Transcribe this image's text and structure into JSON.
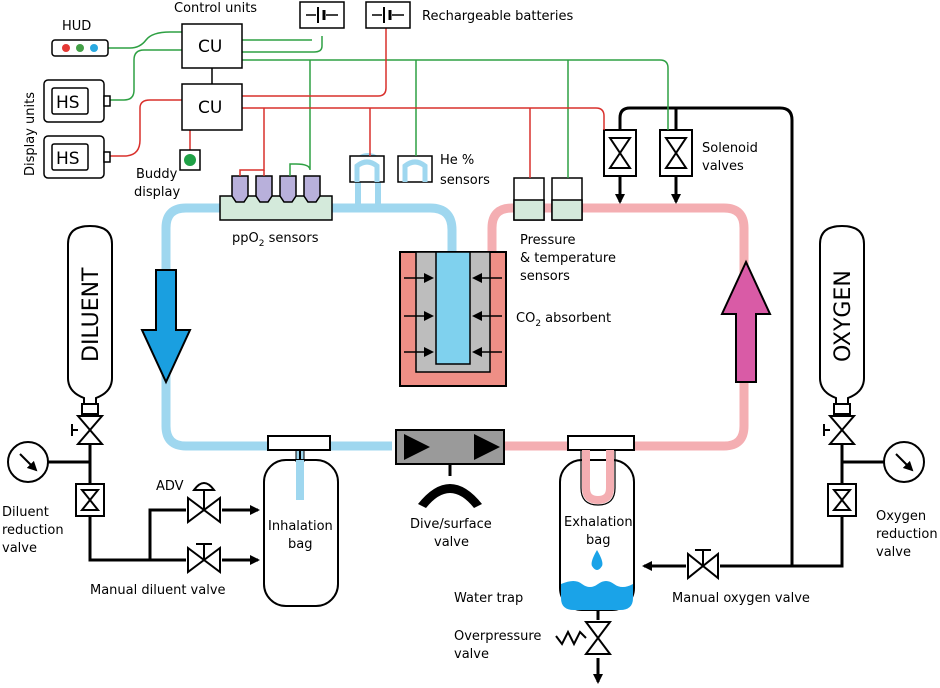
{
  "labels": {
    "hud": "HUD",
    "control_units": "Control units",
    "cu_1": "CU",
    "cu_2": "CU",
    "rechargeable_batteries": "Rechargeable batteries",
    "display_units": "Display units",
    "hs_1": "HS",
    "hs_2": "HS",
    "buddy_display_line1": "Buddy",
    "buddy_display_line2": "display",
    "ppo2_sensors_prefix": "ppO",
    "ppo2_sensors_sub": "2",
    "ppo2_sensors_suffix": " sensors",
    "he_sensors_line1": "He %",
    "he_sensors_line2": "sensors",
    "pressure_line1": "Pressure",
    "pressure_line2": "& temperature",
    "pressure_line3": "sensors",
    "solenoid_line1": "Solenoid",
    "solenoid_line2": "valves",
    "co2_prefix": "CO",
    "co2_sub": "2",
    "co2_suffix": " absorbent",
    "diluent": "DILUENT",
    "oxygen": "OXYGEN",
    "diluent_reduction_line1": "Diluent",
    "diluent_reduction_line2": "reduction",
    "diluent_reduction_line3": "valve",
    "oxygen_reduction_line1": "Oxygen",
    "oxygen_reduction_line2": "reduction",
    "oxygen_reduction_line3": "valve",
    "adv": "ADV",
    "manual_diluent_valve": "Manual diluent valve",
    "inhalation_line1": "Inhalation",
    "inhalation_line2": "bag",
    "dive_surface_line1": "Dive/surface",
    "dive_surface_line2": "valve",
    "exhalation_line1": "Exhalation",
    "exhalation_line2": "bag",
    "water_trap": "Water trap",
    "manual_oxygen_valve": "Manual oxygen valve",
    "overpressure_line1": "Overpressure",
    "overpressure_line2": "valve"
  },
  "colors": {
    "inhale_loop": "#9fd7ef",
    "exhale_loop": "#f4aeb2",
    "inhale_arrow": "#1a9fe0",
    "exhale_arrow": "#d95ba6",
    "signal_green": "#2ea043",
    "power_red": "#d9302c",
    "sensor_fill": "#d4eadb",
    "ppo2_cell": "#b8b0db",
    "absorbent_outer": "#ef8f86",
    "absorbent_inner": "#bdbdbd",
    "absorbent_core": "#7fd1ee",
    "water": "#1aa3e8",
    "hud_red": "#e53935",
    "hud_green": "#43a047",
    "hud_blue": "#29a9e1",
    "buddy_led": "#1fa046"
  }
}
